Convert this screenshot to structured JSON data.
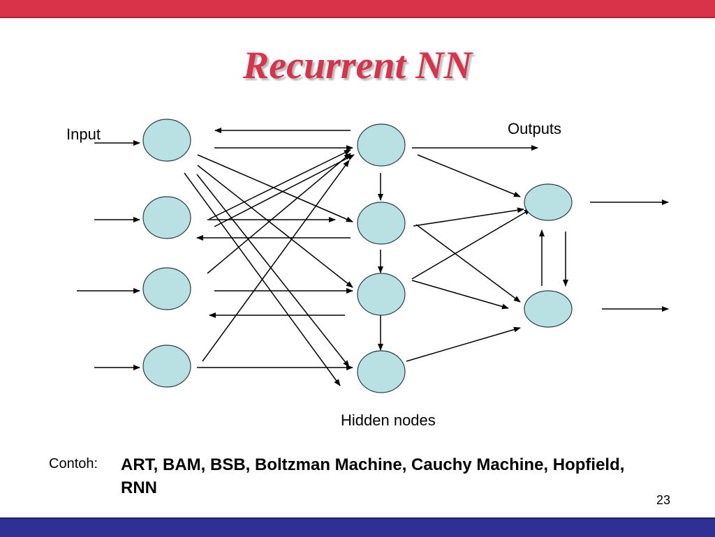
{
  "slide": {
    "title": "Recurrent NN",
    "page_number": "23"
  },
  "diagram": {
    "labels": {
      "input": "Input",
      "outputs": "Outputs",
      "hidden": "Hidden nodes"
    },
    "node_color": "#b9e0e3",
    "node_stroke": "#2a3f47"
  },
  "example": {
    "label": "Contoh:",
    "text": "ART, BAM, BSB, Boltzman Machine, Cauchy Machine, Hopfield, RNN"
  },
  "colors": {
    "title": "#d9334a",
    "top_bar": "#d9334a",
    "bottom_bar": "#2e3192"
  }
}
